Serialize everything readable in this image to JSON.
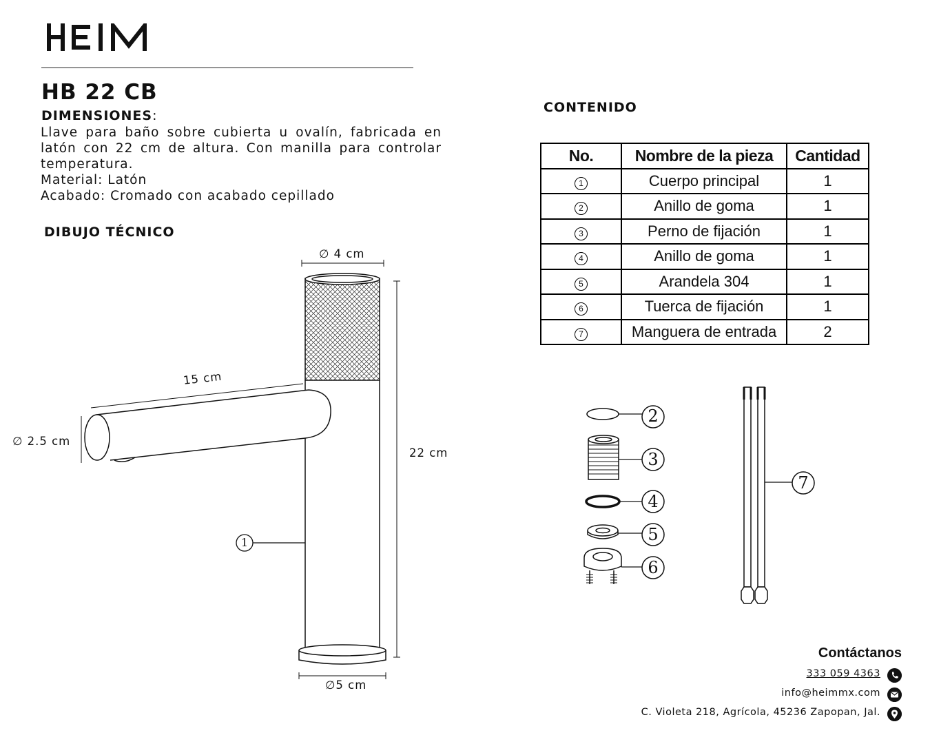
{
  "brand": "HEIM",
  "product": {
    "model": "HB 22 CB",
    "dimensions_heading": "DIMENSIONES",
    "desc_lines": [
      "Llave para baño sobre cubierta u ovalín, fabricada en",
      "latón con 22 cm de altura. Con manilla para controlar",
      "temperatura.",
      "Material: Latón",
      "Acabado: Cromado con acabado cepillado"
    ]
  },
  "technical": {
    "heading": "DIBUJO TÉCNICO",
    "labels": {
      "top_diameter": "∅ 4 cm",
      "spout_length": "15 cm",
      "spout_diameter": "∅ 2.5 cm",
      "height": "22 cm",
      "base_diameter": "∅5 cm",
      "callout": "1"
    }
  },
  "contents": {
    "heading": "CONTENIDO",
    "columns": [
      "No.",
      "Nombre de la pieza",
      "Cantidad"
    ],
    "rows": [
      {
        "no": "1",
        "name": "Cuerpo principal",
        "qty": "1"
      },
      {
        "no": "2",
        "name": "Anillo de goma",
        "qty": "1"
      },
      {
        "no": "3",
        "name": "Perno de fijación",
        "qty": "1"
      },
      {
        "no": "4",
        "name": "Anillo de goma",
        "qty": "1"
      },
      {
        "no": "5",
        "name": "Arandela 304",
        "qty": "1"
      },
      {
        "no": "6",
        "name": "Tuerca de fijación",
        "qty": "1"
      },
      {
        "no": "7",
        "name": "Manguera de entrada",
        "qty": "2"
      }
    ],
    "callouts": [
      "2",
      "3",
      "4",
      "5",
      "6",
      "7"
    ]
  },
  "contact": {
    "title": "Contáctanos",
    "phone": "333 059 4363",
    "email": "info@heimmx.com",
    "address": "C. Violeta 218, Agrícola, 45236 Zapopan, Jal."
  },
  "icons": [
    "phone-icon",
    "mail-icon",
    "location-pin-icon"
  ]
}
